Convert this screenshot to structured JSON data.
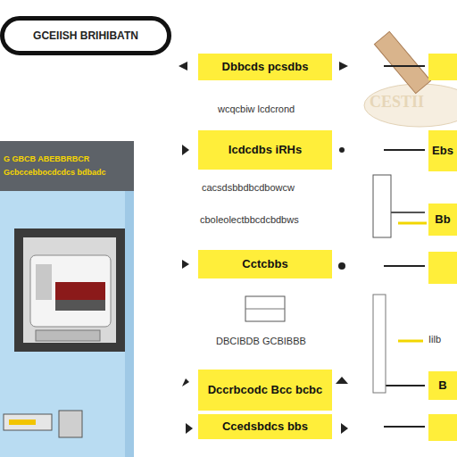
{
  "diagram": {
    "nodes": [
      {
        "text": [
          "GCEIISH BRIHIBATN"
        ]
      },
      {
        "text": [
          "Dbbcds pcsdbs"
        ]
      },
      {
        "text": [
          "Icdcdbs iRHs"
        ]
      },
      {
        "text": [
          "Cctcbbs"
        ]
      },
      {
        "text": [
          "Dccrbcodc Bcc bcbc"
        ]
      },
      {
        "text": [
          "Ccedsbdcs bbs"
        ]
      },
      {
        "text": [
          "G GBCB ABEBBRBCR",
          "Gcbccebbocdcdcs bdbadc"
        ]
      },
      {
        "text": [
          "Ebs"
        ]
      },
      {
        "text": [
          "Bb"
        ]
      },
      {
        "text": [
          "B"
        ]
      }
    ],
    "labels": [
      "wcqcbiw lcdcrond",
      "cacsdsbbdbcdbowcw",
      "cboleolectbbcdcbdbws",
      "DBCIBDB GCBIBBB",
      "Iilb",
      "CESTII"
    ]
  }
}
